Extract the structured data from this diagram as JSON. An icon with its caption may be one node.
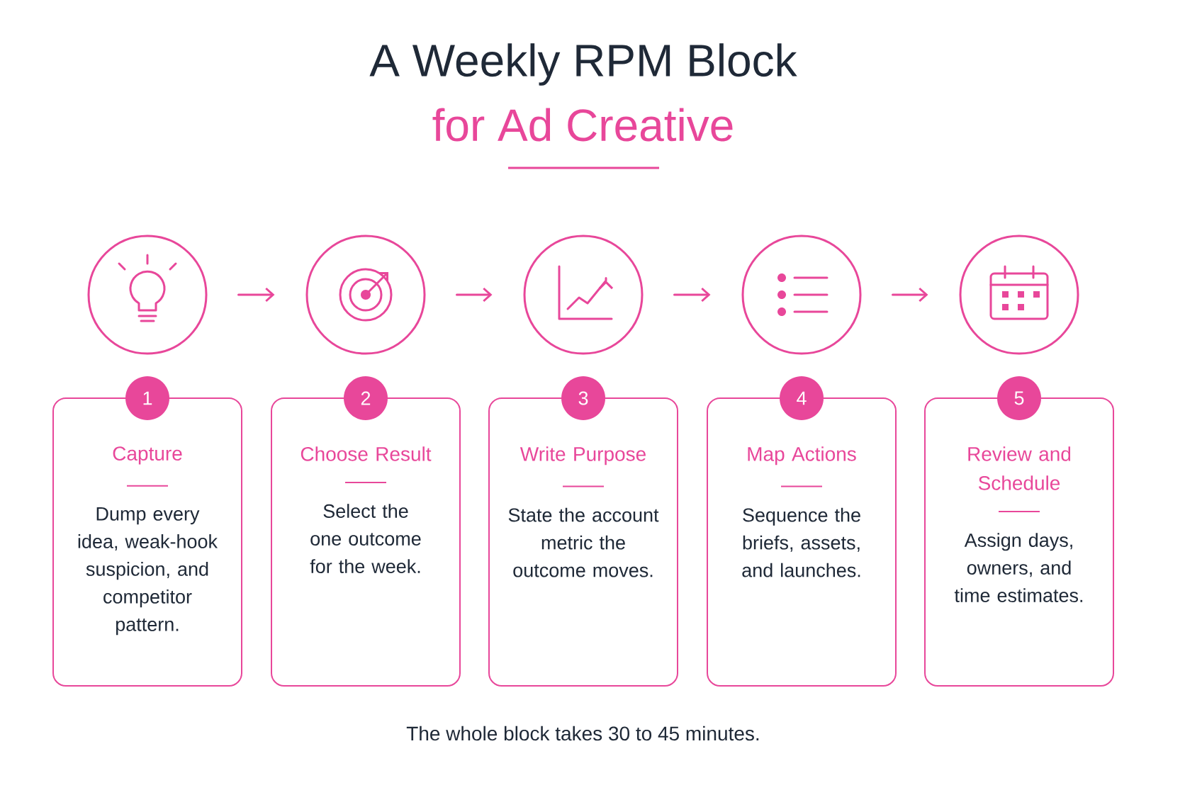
{
  "diagram": {
    "title": "A Weekly RPM Block",
    "caption": "The whole block takes 30 to 45 minutes.",
    "nodes": [
      {
        "text": [],
        "shape": "circle"
      },
      {
        "text": [],
        "shape": "circle"
      },
      {
        "text": [],
        "shape": "circle"
      },
      {
        "text": [],
        "shape": "circle"
      },
      {
        "text": [],
        "shape": "circle"
      },
      {
        "text": [
          "1"
        ]
      },
      {
        "text": [
          "Capture",
          "Dump every idea, weak-hook suspicion, and competitor pattern."
        ]
      },
      {
        "text": [
          "2"
        ]
      },
      {
        "text": [
          "Choose Result",
          "Select the one outcome for the week."
        ]
      },
      {
        "text": [
          "3"
        ]
      },
      {
        "text": [
          "Write Purpose",
          "State the account metric the outcome moves."
        ]
      },
      {
        "text": [
          "4"
        ]
      },
      {
        "text": [
          "Map Actions",
          "Sequence the briefs, assets, and launches."
        ]
      },
      {
        "text": [
          "5"
        ]
      },
      {
        "text": [
          "Review and Schedule",
          "Assign days, owners, and time estimates."
        ]
      }
    ],
    "edges": [
      {
        "from": 0,
        "to": 1,
        "arrow": "to"
      },
      {
        "from": 1,
        "to": 2,
        "arrow": "to"
      },
      {
        "from": 2,
        "to": 3,
        "arrow": "to"
      },
      {
        "from": 3,
        "to": 4,
        "arrow": "to"
      }
    ],
    "labels": [
      "for Ad Creative"
    ]
  }
}
